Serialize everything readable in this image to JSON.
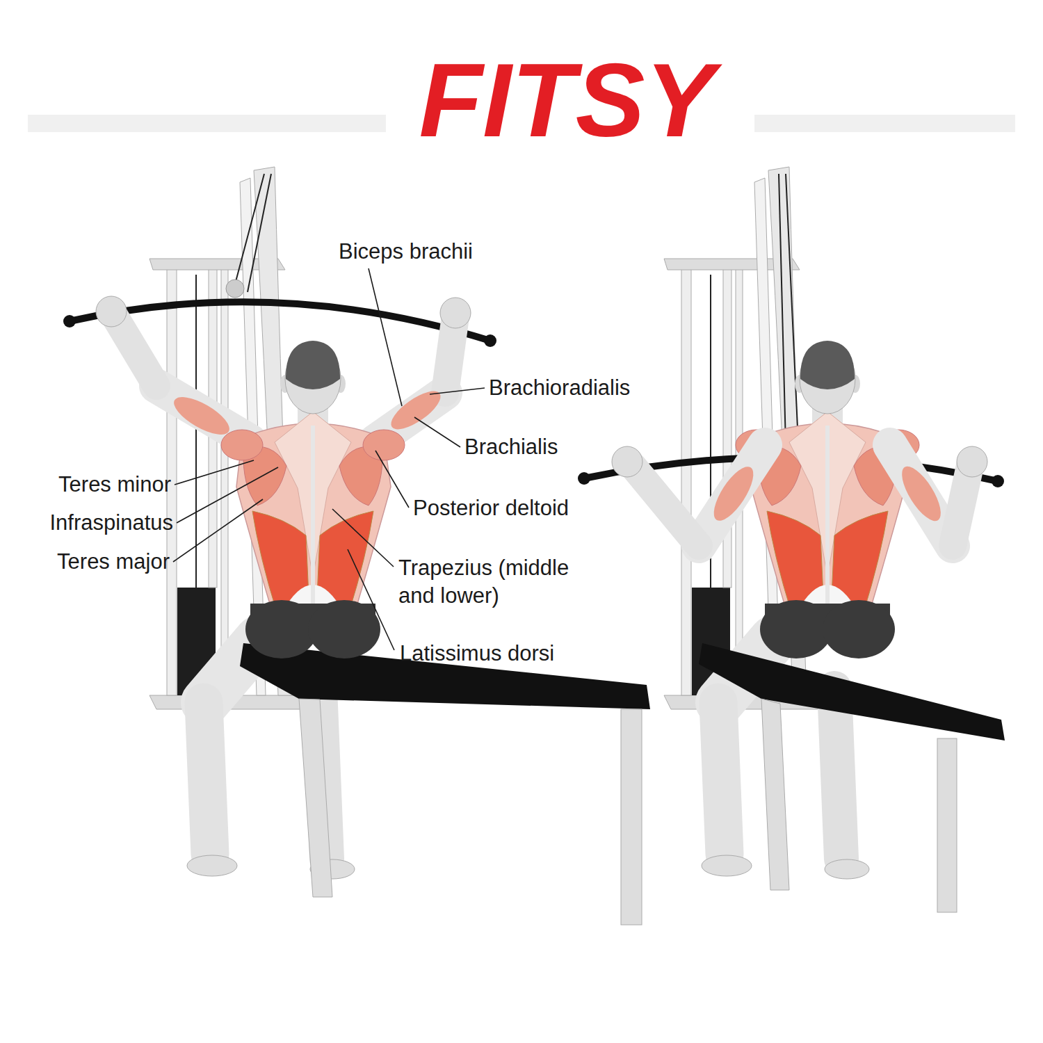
{
  "diagram": {
    "title": "FITSY",
    "labels": [
      "Biceps brachii",
      "Brachioradialis",
      "Brachialis",
      "Teres minor",
      "Posterior deltoid",
      "Infraspinatus",
      "Teres major",
      "Trapezius (middle and lower)",
      "Latissimus dorsi"
    ]
  }
}
